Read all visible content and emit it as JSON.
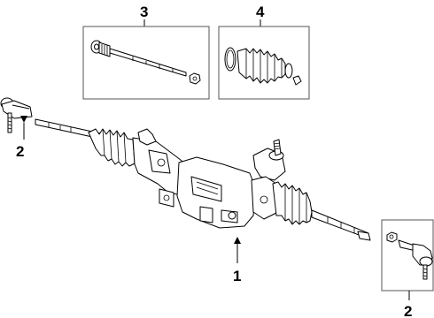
{
  "callouts": {
    "steering_gear": "1",
    "tie_rod_end_left": "2",
    "tie_rod_end_right": "2",
    "inner_tie_rod": "3",
    "boot_kit": "4"
  }
}
